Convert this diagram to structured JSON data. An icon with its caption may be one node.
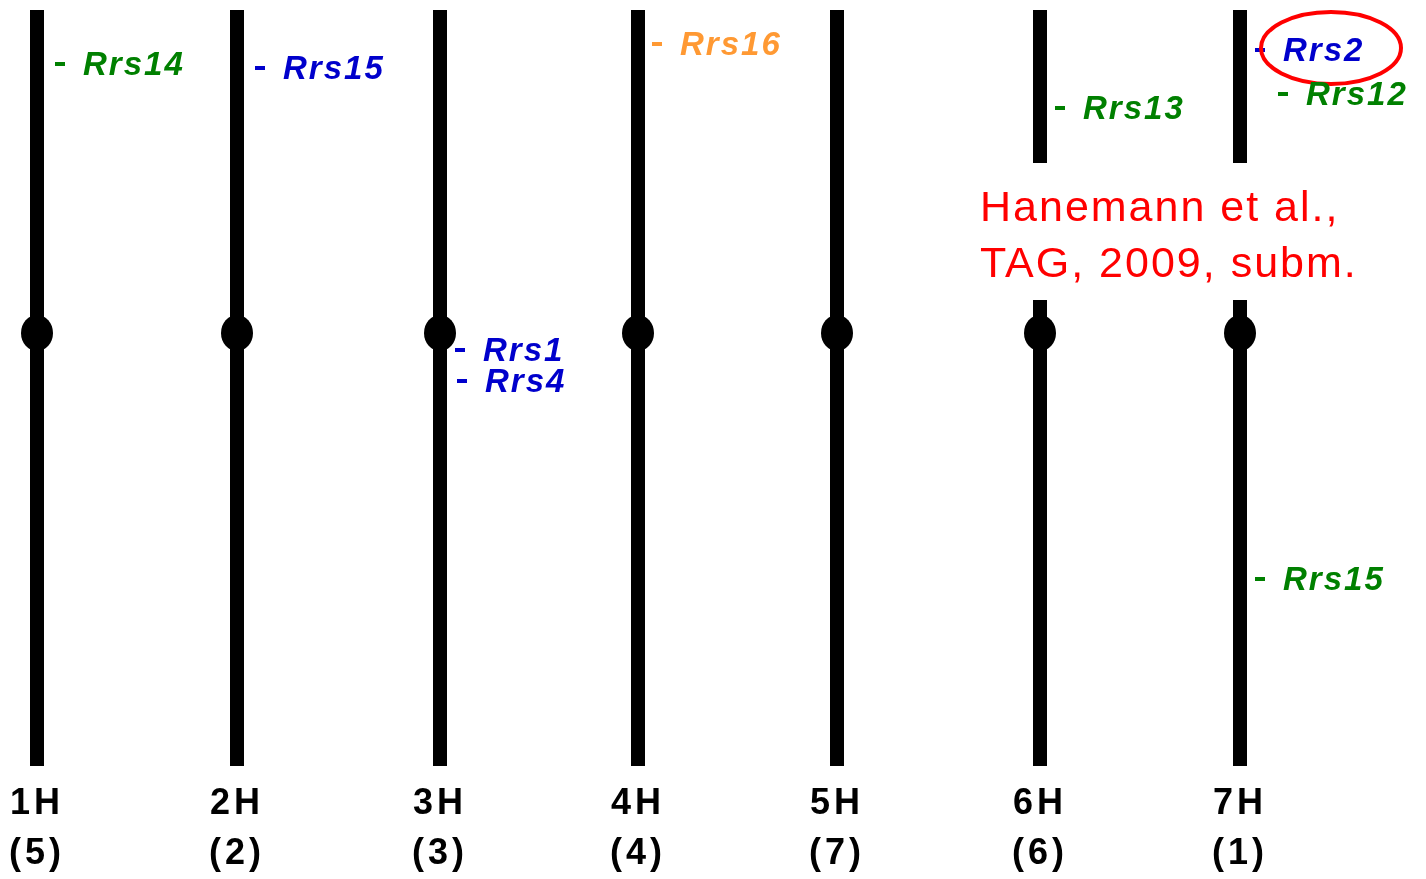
{
  "diagram": {
    "nodes": [
      {
        "text": [
          "1H",
          "(5)"
        ],
        "beside": [
          "Rrs14"
        ]
      },
      {
        "text": [
          "2H",
          "(2)"
        ],
        "beside": [
          "Rrs15"
        ]
      },
      {
        "text": [
          "3H",
          "(3)"
        ],
        "beside": [
          "Rrs1",
          "Rrs4"
        ]
      },
      {
        "text": [
          "4H",
          "(4)"
        ],
        "beside": [
          "Rrs16"
        ]
      },
      {
        "text": [
          "5H",
          "(7)"
        ]
      },
      {
        "text": [
          "6H",
          "(6)"
        ],
        "beside": [
          "Rrs13"
        ]
      },
      {
        "text": [
          "7H",
          "(1)"
        ],
        "beside": [
          "Rrs2",
          "Rrs12",
          "Rrs15"
        ]
      }
    ],
    "labels": [
      "Hanemann et al., TAG, 2009, subm."
    ]
  }
}
